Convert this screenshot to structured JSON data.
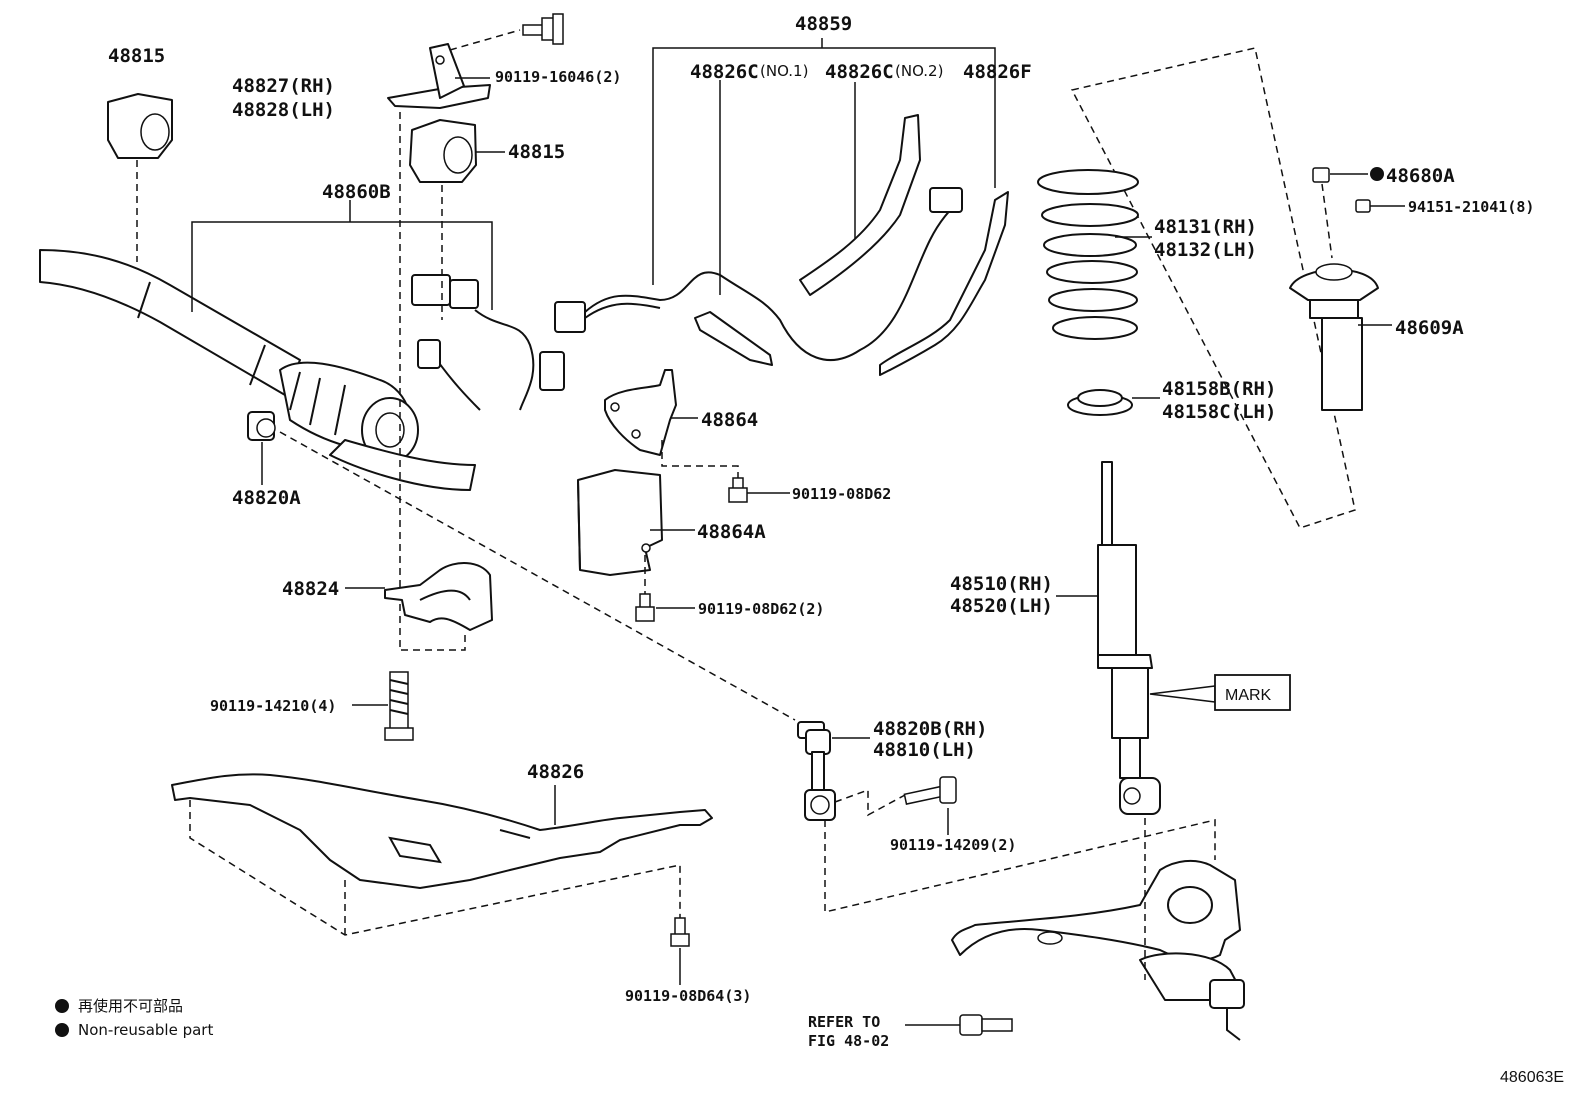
{
  "callouts": {
    "c48815_top": "48815",
    "c48827": "48827(RH)",
    "c48828": "48828(LH)",
    "c90119_16046": "90119-16046(2)",
    "c48815_mid": "48815",
    "c48860B": "48860B",
    "c48859": "48859",
    "c48826C_no1": "48826C",
    "c48826C_no1_sub": "(NO.1)",
    "c48826C_no2": "48826C",
    "c48826C_no2_sub": "(NO.2)",
    "c48826F": "48826F",
    "c48680A": "48680A",
    "c94151": "94151-21041(8)",
    "c48131": "48131(RH)",
    "c48132": "48132(LH)",
    "c48609A": "48609A",
    "c48158B": "48158B(RH)",
    "c48158C": "48158C(LH)",
    "c48864": "48864",
    "c90119_08D62": "90119-08D62",
    "c48864A": "48864A",
    "c90119_08D62_2": "90119-08D62(2)",
    "c48820A": "48820A",
    "c48824": "48824",
    "c90119_14210": "90119-14210(4)",
    "c48510": "48510(RH)",
    "c48520": "48520(LH)",
    "mark": "MARK",
    "c48820B": "48820B(RH)",
    "c48810": "48810(LH)",
    "c90119_14209": "90119-14209(2)",
    "c48826": "48826",
    "c90119_08D64": "90119-08D64(3)",
    "refer_line1": "REFER TO",
    "refer_line2": "FIG 48-02"
  },
  "legend": {
    "item1": "再使用不可部品",
    "item2": "Non-reusable part"
  },
  "figure_number": "486063E"
}
